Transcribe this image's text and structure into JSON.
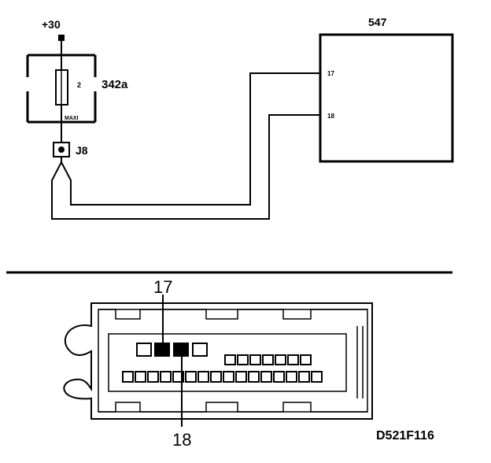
{
  "schematic": {
    "supply_label": "+30",
    "fuse_box_label": "342a",
    "fuse_number": "2",
    "fuse_type": "MAXI",
    "junction_label": "J8",
    "ecu_label": "547",
    "ecu_pins": [
      {
        "pin": "17"
      },
      {
        "pin": "18"
      }
    ]
  },
  "connector": {
    "callout_top": "17",
    "callout_bottom": "18",
    "highlighted_pins": [
      "17",
      "18"
    ]
  },
  "figure_code": "D521F116",
  "colors": {
    "ink": "#000000",
    "paper": "#ffffff"
  }
}
